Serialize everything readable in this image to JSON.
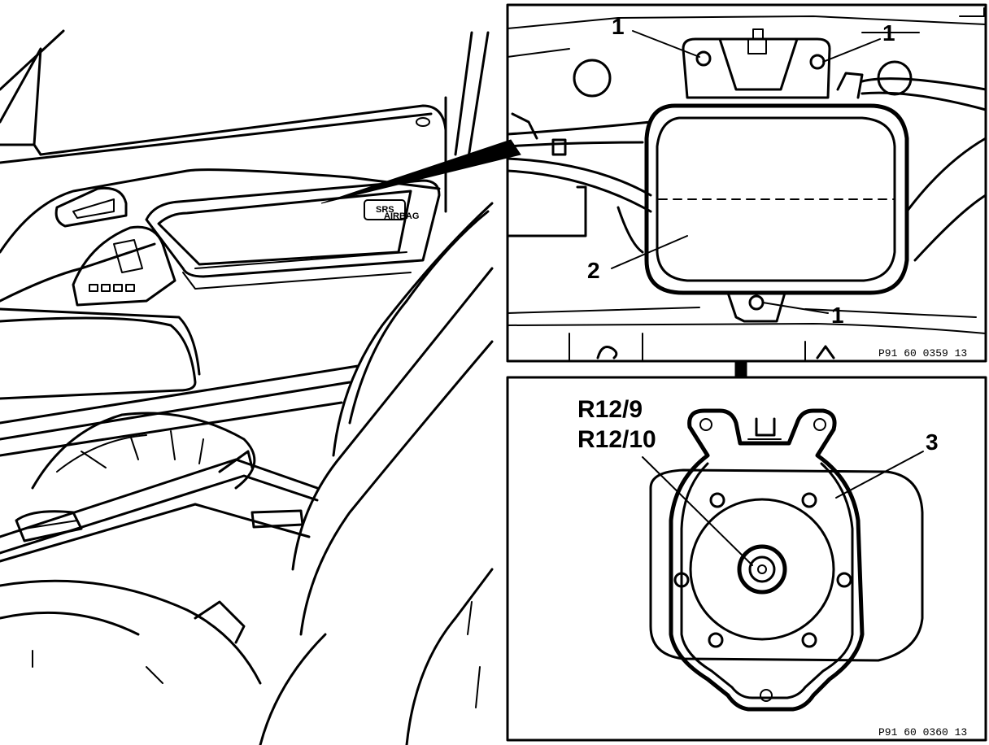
{
  "figure": {
    "overview": {
      "badge": "SRS",
      "badge_sub": "AIRBAG"
    },
    "top_detail": {
      "callouts": [
        "1",
        "1",
        "2",
        "1"
      ],
      "ref_code": "P91 60 0359 13"
    },
    "bottom_detail": {
      "component_labels": [
        "R12/9",
        "R12/10"
      ],
      "callout": "3",
      "ref_code": "P91 60 0360 13"
    }
  }
}
